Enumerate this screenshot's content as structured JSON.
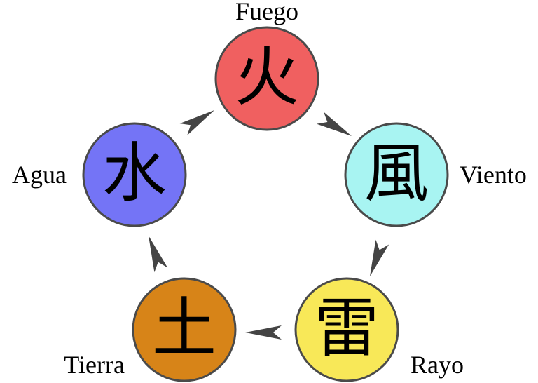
{
  "diagram": {
    "arrow_color": "#444444",
    "outline_color": "#4a4a4a",
    "elements": [
      {
        "id": "fuego",
        "kanji": "火",
        "label": "Fuego",
        "color": "#F06060"
      },
      {
        "id": "viento",
        "kanji": "風",
        "label": "Viento",
        "color": "#A8F4F2"
      },
      {
        "id": "rayo",
        "kanji": "雷",
        "label": "Rayo",
        "color": "#F8E858"
      },
      {
        "id": "tierra",
        "kanji": "土",
        "label": "Tierra",
        "color": "#D78418"
      },
      {
        "id": "agua",
        "kanji": "水",
        "label": "Agua",
        "color": "#7474F6"
      }
    ],
    "cycle": [
      "fuego",
      "viento",
      "rayo",
      "tierra",
      "agua"
    ]
  }
}
